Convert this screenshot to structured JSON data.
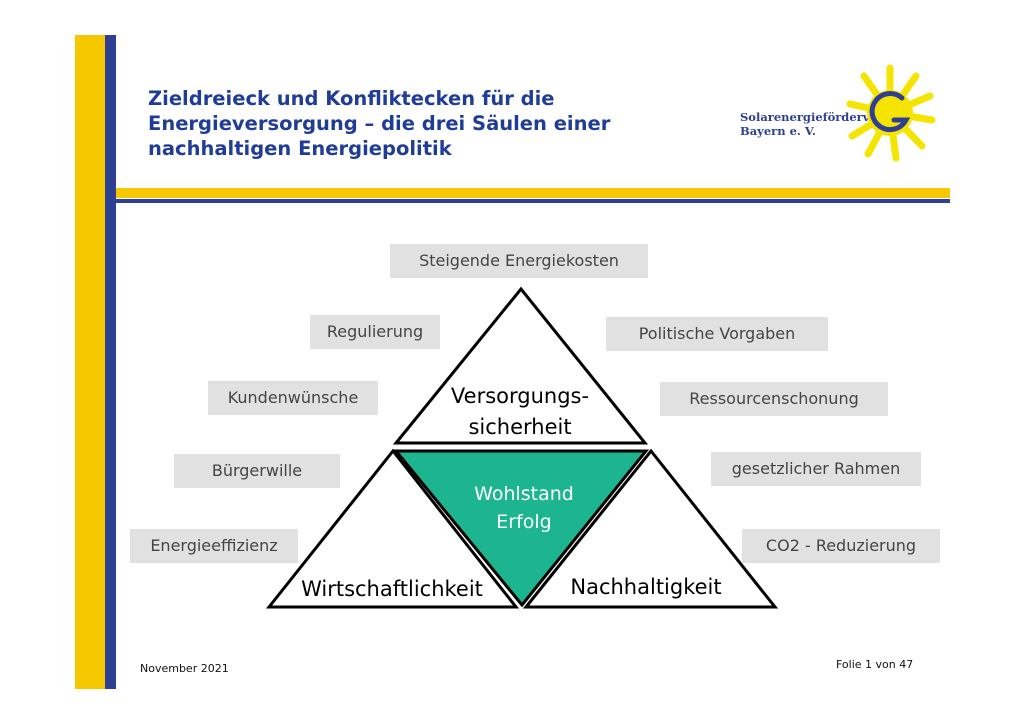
{
  "title_lines": [
    "Zieldreieck und Konfliktecken für die",
    "Energieversorgung – die drei Säulen einer",
    "nachhaltigen Energiepolitik"
  ],
  "logo": {
    "line1": "Solarenergieförderverein",
    "line2": "Bayern e. V.",
    "sun_color": "#f5e400"
  },
  "colors": {
    "accent_yellow": "#f5c800",
    "accent_blue": "#2e3f94",
    "center_fill": "#1db590",
    "tag_bg": "#e1e1e1"
  },
  "tags": {
    "steigende": "Steigende Energiekosten",
    "regulierung": "Regulierung",
    "politische": "Politische Vorgaben",
    "kundenwuensche": "Kundenwünsche",
    "ressourcen": "Ressourcenschonung",
    "buergerwille": "Bürgerwille",
    "gesetzlicher": "gesetzlicher Rahmen",
    "energieeffizienz": "Energieeffizienz",
    "co2": "CO2 - Reduzierung"
  },
  "triangle": {
    "top_line1": "Versorgungs-",
    "top_line2": "sicherheit",
    "left": "Wirtschaftlichkeit",
    "right": "Nachhaltigkeit",
    "center_line1": "Wohlstand",
    "center_line2": "Erfolg"
  },
  "footer": {
    "date": "November 2021",
    "page": "Folie 1 von 47"
  }
}
